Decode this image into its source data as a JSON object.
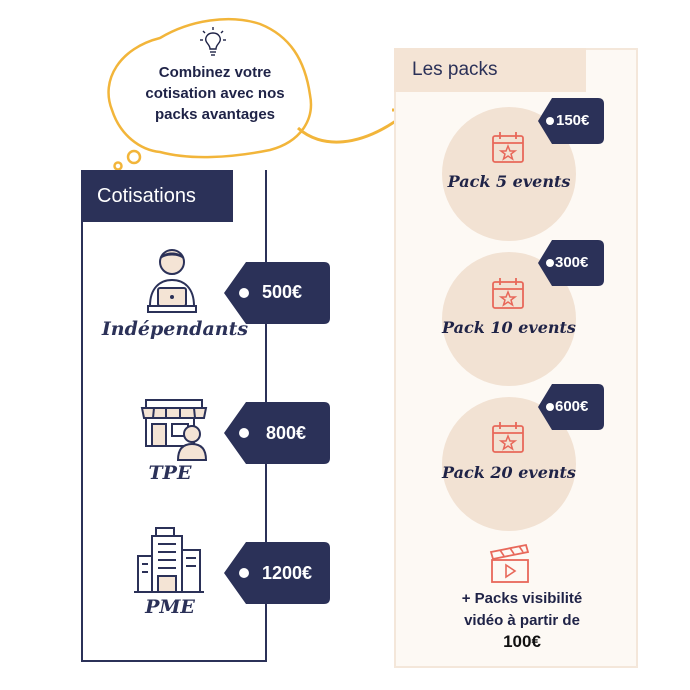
{
  "bubble": {
    "text": "Combinez votre\ncotisation avec nos\npacks avantages",
    "icon": "lightbulb-icon"
  },
  "cotisations": {
    "title": "Cotisations",
    "items": [
      {
        "label": "Indépendants",
        "price": "500€",
        "icon": "freelancer-laptop-icon"
      },
      {
        "label": "TPE",
        "price": "800€",
        "icon": "shop-person-icon"
      },
      {
        "label": "PME",
        "price": "1200€",
        "icon": "building-icon"
      }
    ]
  },
  "packs": {
    "title": "Les packs",
    "items": [
      {
        "label": "Pack 5 events",
        "price": "150€",
        "icon": "calendar-star-icon"
      },
      {
        "label": "Pack 10 events",
        "price": "300€",
        "icon": "calendar-star-icon"
      },
      {
        "label": "Pack 20 events",
        "price": "600€",
        "icon": "calendar-star-icon"
      }
    ],
    "extra": {
      "text": "+ Packs visibilité\nvidéo à partir de",
      "price": "100€",
      "icon": "clapperboard-icon"
    }
  },
  "colors": {
    "navy": "#2b3158",
    "coral": "#e8685a",
    "beige": "#f2e2d3",
    "yellow": "#f2b53a"
  }
}
